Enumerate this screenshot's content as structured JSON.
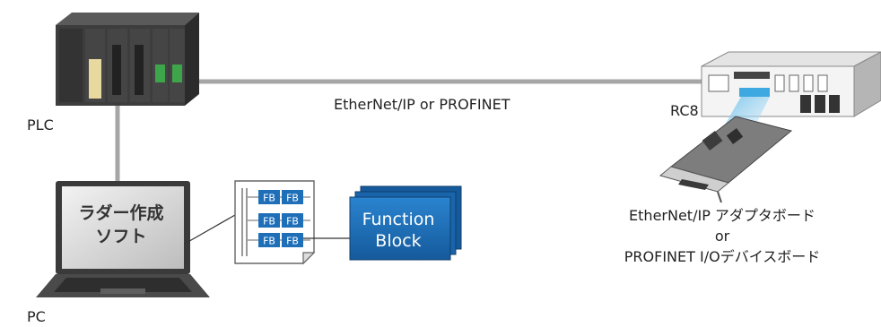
{
  "labels": {
    "plc": "PLC",
    "pc": "PC",
    "network": "EtherNet/IP or PROFINET",
    "rc8": "RC8"
  },
  "pc_screen": {
    "line1": "ラダー作成",
    "line2": "ソフト"
  },
  "ladder_doc": {
    "block_label": "FB"
  },
  "function_block": {
    "line1": "Function",
    "line2": "Block"
  },
  "board_caption": {
    "line1": "EtherNet/IP アダプタボード",
    "line2": "or",
    "line3": "PROFINET I/Oデバイスボード"
  },
  "colors": {
    "cable": "#a6a6a6",
    "fb_blue": "#1e6fb8",
    "plc_dark": "#3d3d3d",
    "beam": "#8fd3f4"
  }
}
